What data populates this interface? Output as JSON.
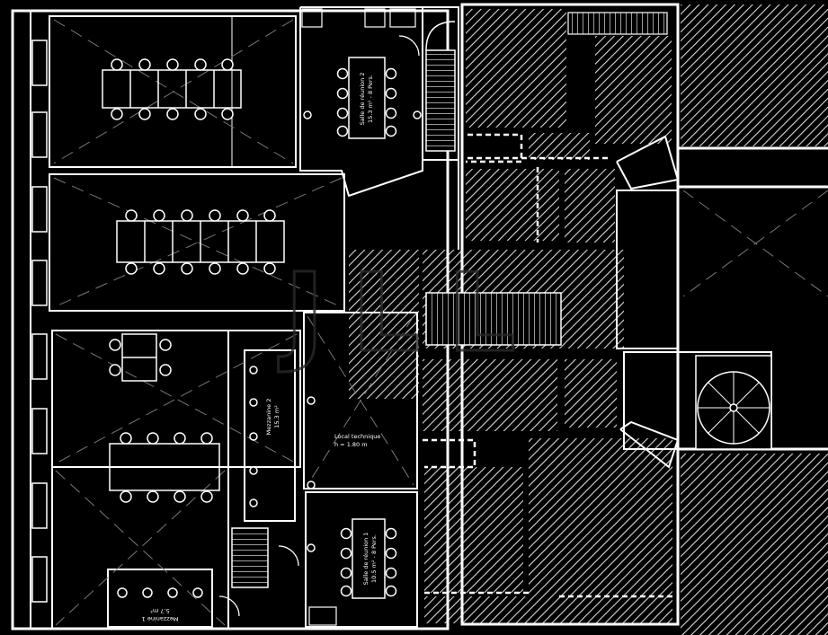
{
  "rooms": {
    "meeting_room_2": {
      "line1": "Salle de réunion 2",
      "line2": "15.3 m² - 8 Pers."
    },
    "meeting_room_1": {
      "line1": "Salle de réunion 1",
      "line2": "10.5 m² - 8 Pers."
    },
    "mezzanine_2": {
      "line1": "Mezzanine 2",
      "line2": "15.3 m²"
    },
    "mezzanine_1": {
      "line1": "Mezzanine 1",
      "line2": "5.7 m²"
    },
    "technical_room": {
      "line1": "Local technique",
      "line2": "h = 1.80 m"
    }
  },
  "watermark": "JLL",
  "colors": {
    "background": "#000000",
    "lines": "#ffffff",
    "watermark": "#2a2a2a"
  }
}
